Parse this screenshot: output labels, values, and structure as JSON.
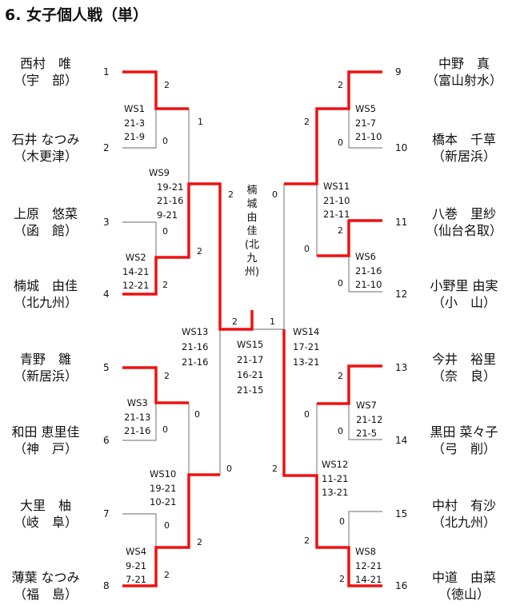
{
  "title": "6. 女子個人戦（単）",
  "players": [
    {
      "seed": "1",
      "name": "西村　唯",
      "team": "（宇　部）"
    },
    {
      "seed": "2",
      "name": "石井 なつみ",
      "team": "（木更津）"
    },
    {
      "seed": "3",
      "name": "上原　悠菜",
      "team": "（函　館）"
    },
    {
      "seed": "4",
      "name": "楠城　由佳",
      "team": "（北九州）"
    },
    {
      "seed": "5",
      "name": "青野　雛",
      "team": "（新居浜）"
    },
    {
      "seed": "6",
      "name": "和田 恵里佳",
      "team": "（神　戸）"
    },
    {
      "seed": "7",
      "name": "大里　柚",
      "team": "（岐　阜）"
    },
    {
      "seed": "8",
      "name": "薄葉 なつみ",
      "team": "（福　島）"
    },
    {
      "seed": "9",
      "name": "中野　真",
      "team": "（富山射水）"
    },
    {
      "seed": "10",
      "name": "橋本　千草",
      "team": "（新居浜）"
    },
    {
      "seed": "11",
      "name": "八巻　里紗",
      "team": "（仙台名取）"
    },
    {
      "seed": "12",
      "name": "小野里 由実",
      "team": "（小　山）"
    },
    {
      "seed": "13",
      "name": "今井　裕里",
      "team": "（奈　良）"
    },
    {
      "seed": "14",
      "name": "黒田 菜々子",
      "team": "（弓　削）"
    },
    {
      "seed": "15",
      "name": "中村　有沙",
      "team": "（北九州）"
    },
    {
      "seed": "16",
      "name": "中道　由菜",
      "team": "（徳山）"
    }
  ],
  "matches": {
    "WS1": {
      "id": "WS1",
      "s1": "21-3",
      "s2": "21-9",
      "top": "2",
      "bot": "0"
    },
    "WS2": {
      "id": "WS2",
      "s1": "14-21",
      "s2": "12-21",
      "top": "0",
      "bot": "2"
    },
    "WS3": {
      "id": "WS3",
      "s1": "21-13",
      "s2": "21-16",
      "top": "2",
      "bot": "0"
    },
    "WS4": {
      "id": "WS4",
      "s1": "9-21",
      "s2": "7-21",
      "top": "0",
      "bot": "2"
    },
    "WS5": {
      "id": "WS5",
      "s1": "21-7",
      "s2": "21-10",
      "top": "2",
      "bot": "0"
    },
    "WS6": {
      "id": "WS6",
      "s1": "21-16",
      "s2": "21-10",
      "top": "2",
      "bot": "0"
    },
    "WS7": {
      "id": "WS7",
      "s1": "21-12",
      "s2": "21-5",
      "top": "2",
      "bot": "0"
    },
    "WS8": {
      "id": "WS8",
      "s1": "12-21",
      "s2": "14-21",
      "top": "0",
      "bot": "2"
    },
    "WS9": {
      "id": "WS9",
      "s1": "19-21",
      "s2": "21-16",
      "s3": "9-21",
      "top": "1",
      "bot": "2"
    },
    "WS10": {
      "id": "WS10",
      "s1": "19-21",
      "s2": "10-21",
      "top": "0",
      "bot": "2"
    },
    "WS11": {
      "id": "WS11",
      "s1": "21-10",
      "s2": "21-11",
      "top": "2",
      "bot": "0"
    },
    "WS12": {
      "id": "WS12",
      "s1": "11-21",
      "s2": "13-21",
      "top": "0",
      "bot": "2"
    },
    "WS13": {
      "id": "WS13",
      "s1": "21-16",
      "s2": "21-16",
      "top": "2",
      "bot": "0"
    },
    "WS14": {
      "id": "WS14",
      "s1": "17-21",
      "s2": "13-21",
      "top": "0",
      "bot": "2"
    },
    "WS15": {
      "id": "WS15",
      "s1": "21-17",
      "s2": "16-21",
      "s3": "21-15",
      "left": "2",
      "right": "1"
    }
  },
  "champion": "楠城　由佳(北九州)",
  "colors": {
    "win": "#ee1111",
    "line": "#888888"
  }
}
